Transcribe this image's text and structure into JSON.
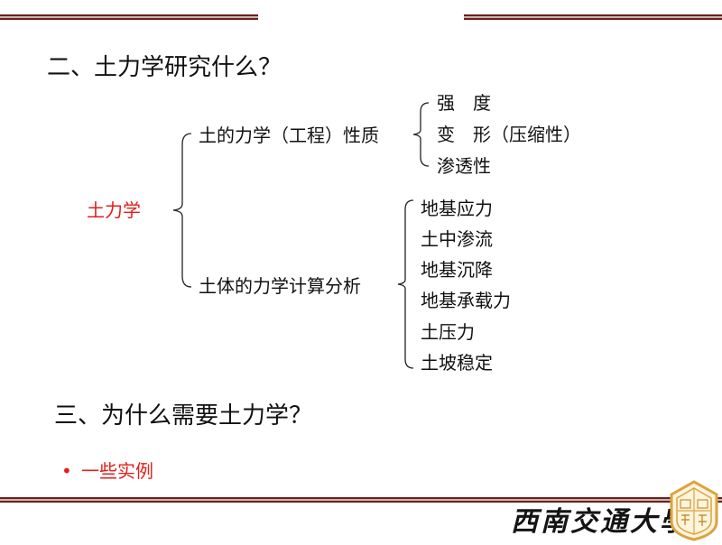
{
  "banner_text": "",
  "section2": {
    "heading": "二、土力学研究什么？"
  },
  "tree": {
    "root": "土力学",
    "branch1": {
      "label": "土的力学（工程）性质",
      "items": [
        "强　度",
        "变　形（压缩性）",
        "渗透性"
      ]
    },
    "branch2": {
      "label": "土体的力学计算分析",
      "items": [
        "地基应力",
        "土中渗流",
        "地基沉降",
        "地基承载力",
        "土压力",
        "土坡稳定"
      ]
    }
  },
  "section3": {
    "heading": "三、为什么需要土力学？",
    "bullet": "一些实例"
  },
  "footer": {
    "university_name": "西南交通大學"
  },
  "colors": {
    "accent_red": "#e0201b",
    "rule_border": "#6b1f1f",
    "rule_fill": "#c9b7a9",
    "logo_gold": "#d9a441"
  },
  "icons": {
    "bullet": "bullet-dot-icon",
    "logo": "university-seal-icon"
  }
}
